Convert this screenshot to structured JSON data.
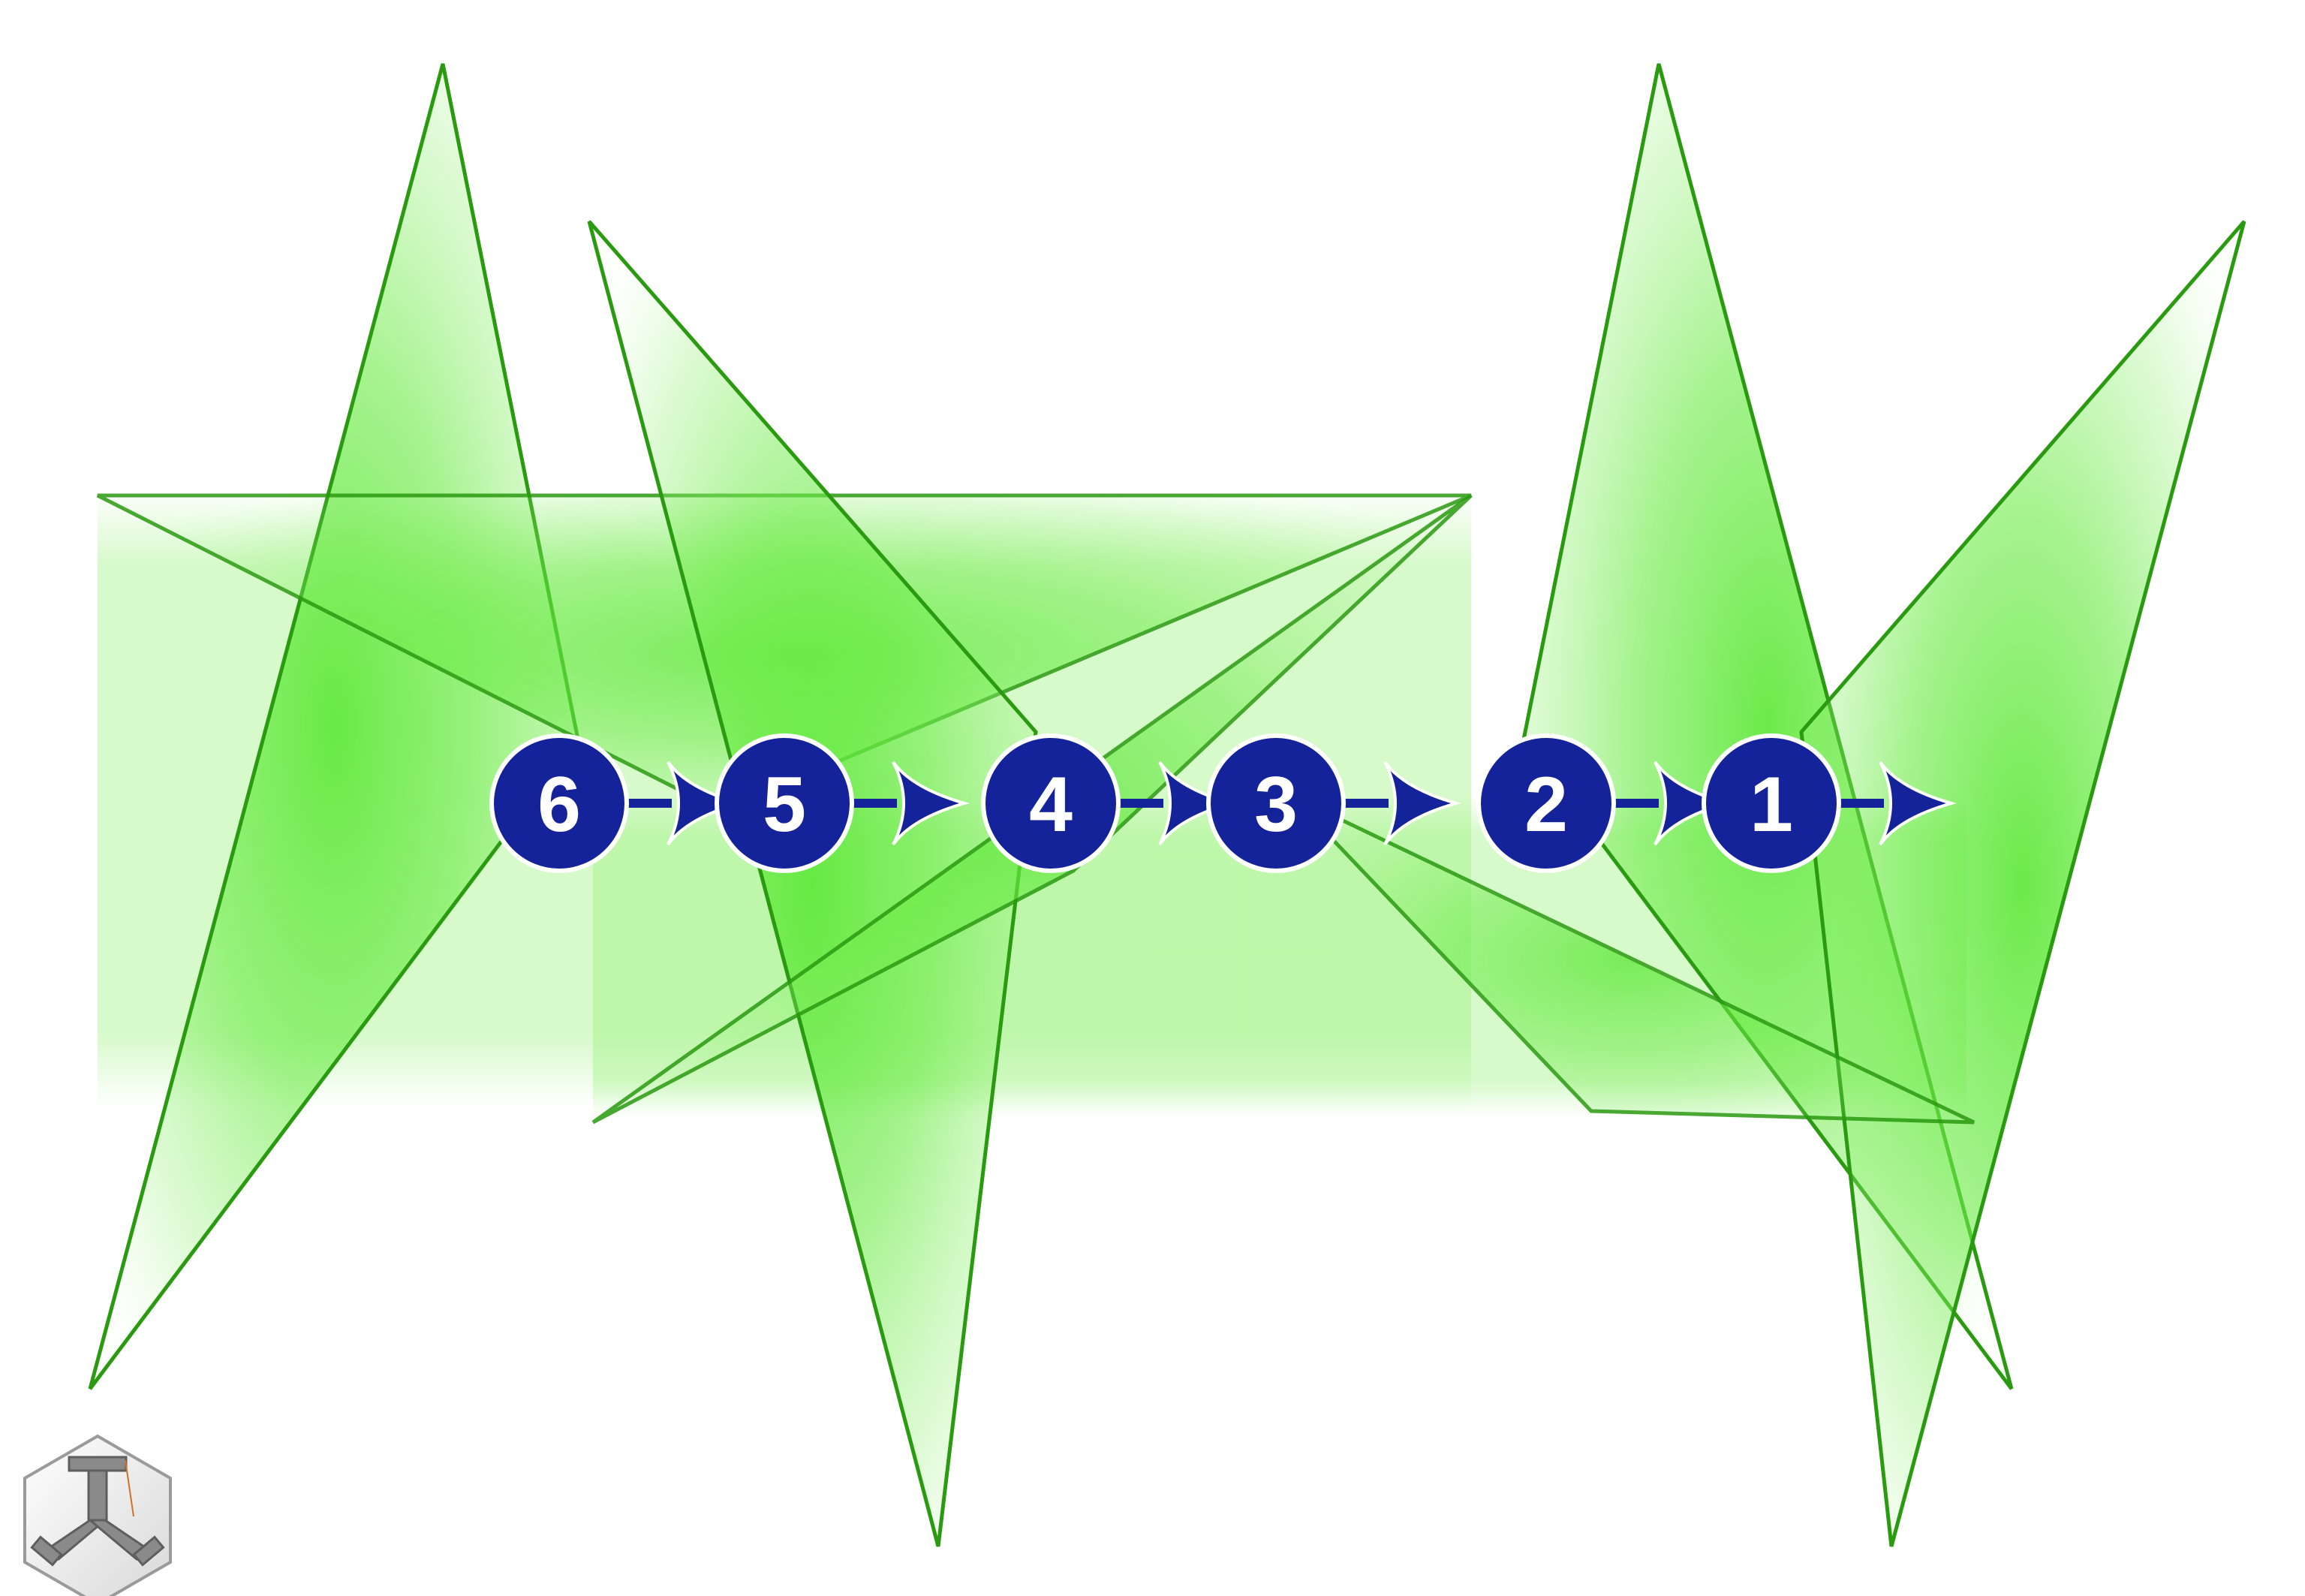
{
  "diagram": {
    "steps": [
      {
        "label": "6"
      },
      {
        "label": "5"
      },
      {
        "label": "4"
      },
      {
        "label": "3"
      },
      {
        "label": "2"
      },
      {
        "label": "1"
      }
    ],
    "colors": {
      "triangle_fill": "#5fe83a",
      "triangle_edge": "#2a9a10",
      "circle_fill": "#14239a",
      "circle_stroke": "#ffffff",
      "arrow": "#14239a",
      "label": "#ffffff",
      "logo_body": "#9a9a9a"
    }
  }
}
